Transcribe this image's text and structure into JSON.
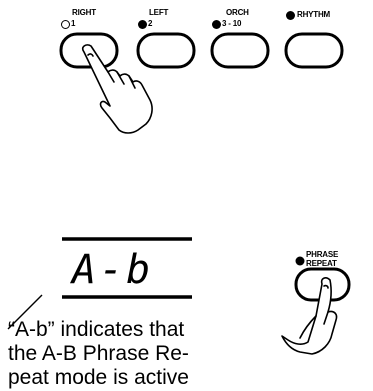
{
  "buttons": [
    {
      "top_label": "RIGHT",
      "sub_label": "1"
    },
    {
      "top_label": "LEFT",
      "sub_label": "2"
    },
    {
      "top_label": "ORCH",
      "sub_label": "3 - 10"
    },
    {
      "top_label": "",
      "sub_label": "RHYTHM"
    }
  ],
  "phrase_repeat": {
    "line1": "PHRASE",
    "line2": "REPEAT"
  },
  "display": {
    "readout": "A-b"
  },
  "caption": {
    "line1": "“A-b” indicates that",
    "line2": "the A-B Phrase Re-",
    "line3": "peat mode is active"
  }
}
